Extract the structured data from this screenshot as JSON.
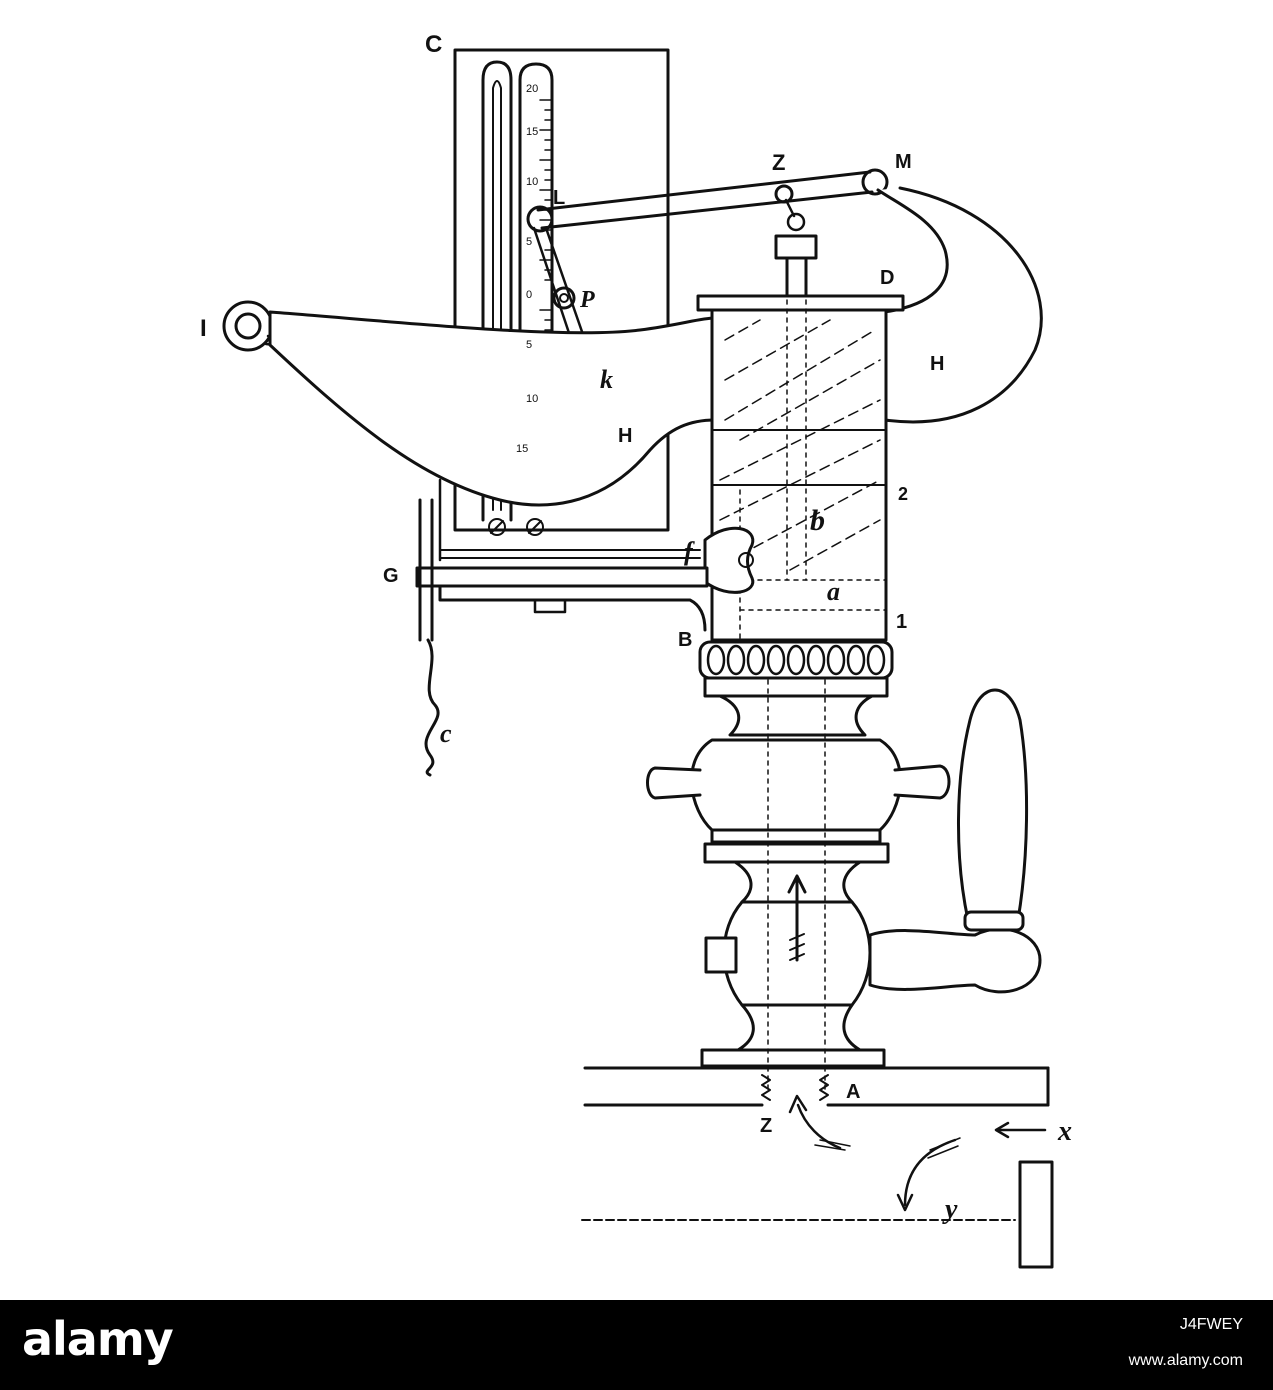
{
  "diagram": {
    "labels": {
      "C_top": "C",
      "L": "L",
      "Z_top": "Z",
      "M": "M",
      "D": "D",
      "I": "I",
      "P": "P",
      "k": "k",
      "H_right": "H",
      "H_left": "H",
      "b": "b",
      "two": "2",
      "f": "f",
      "a": "a",
      "one": "1",
      "G": "G",
      "B": "B",
      "c": "c",
      "A": "A",
      "Z_bottom": "Z",
      "x": "x",
      "y": "y"
    },
    "scale_ticks": [
      "20",
      "15",
      "10",
      "5",
      "0",
      "5",
      "10",
      "15"
    ]
  },
  "footer": {
    "brand": "alamy",
    "image_id": "J4FWEY",
    "site": "www.alamy.com"
  },
  "colors": {
    "ink": "#111111",
    "paper": "#ffffff",
    "footer_bg": "#000000"
  }
}
